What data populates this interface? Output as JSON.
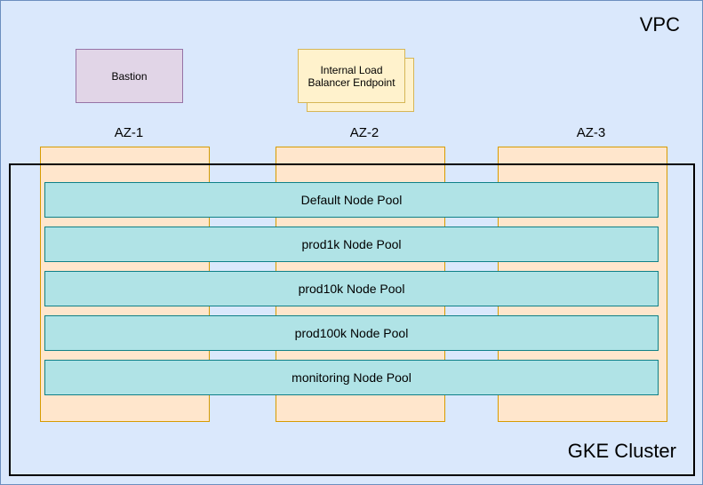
{
  "vpc": {
    "label": "VPC"
  },
  "bastion": {
    "label": "Bastion"
  },
  "ilb": {
    "line1": "Internal Load",
    "line2": "Balancer Endpoint"
  },
  "azs": [
    "AZ-1",
    "AZ-2",
    "AZ-3"
  ],
  "cluster": {
    "label": "GKE Cluster"
  },
  "pools": [
    "Default Node Pool",
    "prod1k Node Pool",
    "prod10k Node Pool",
    "prod100k Node Pool",
    "monitoring Node Pool"
  ],
  "colors": {
    "vpc_fill": "#dae8fc",
    "bastion_fill": "#e1d5e7",
    "ilb_fill": "#fff2cc",
    "az_fill": "#ffe6cc",
    "pool_fill": "#b0e3e6"
  }
}
